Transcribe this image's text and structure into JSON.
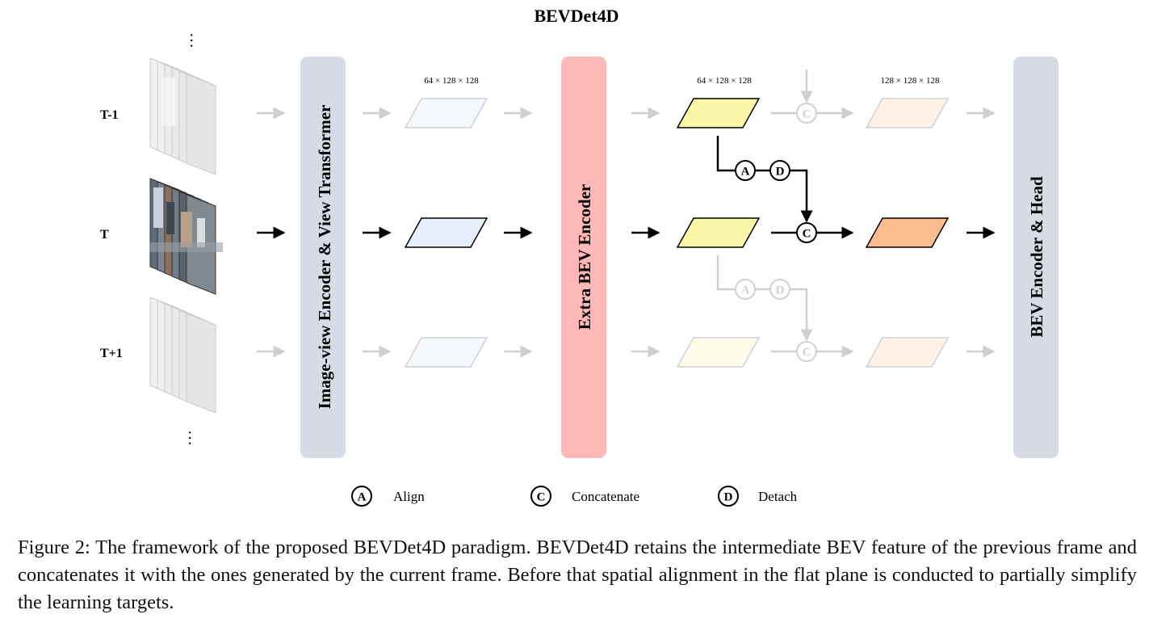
{
  "title": "BEVDet4D",
  "rows": [
    {
      "label": "T-1",
      "active": false
    },
    {
      "label": "T",
      "active": true
    },
    {
      "label": "T+1",
      "active": false
    }
  ],
  "ellipsis": "…",
  "blocks": {
    "encoder": "Image-view Encoder & View Transformer",
    "extra": "Extra BEV Encoder",
    "head": "BEV Encoder & Head"
  },
  "dims": {
    "view_feature": "64 × 128 × 128",
    "extra_feature": "64 × 128 × 128",
    "concat_feature": "128 × 128 × 128"
  },
  "ops": {
    "align": "A",
    "detach": "D",
    "concat": "C"
  },
  "legend": [
    {
      "symbol": "A",
      "label": "Align"
    },
    {
      "symbol": "C",
      "label": "Concatenate"
    },
    {
      "symbol": "D",
      "label": "Detach"
    }
  ],
  "colors": {
    "encoder_block": "#d6dbe5",
    "extra_block": "#ffb8b8",
    "view_feature": "#e8eefc",
    "extra_feature": "#fbf7a8",
    "concat_feature": "#fbbd90",
    "active_line": "#000000",
    "inactive_line": "#cfcfcf"
  },
  "caption": "Figure 2: The framework of the proposed BEVDet4D paradigm. BEVDet4D retains the intermediate BEV feature of the previous frame and concatenates it with the ones generated by the current frame. Before that spatial alignment in the flat plane is conducted to partially simplify the learning targets."
}
